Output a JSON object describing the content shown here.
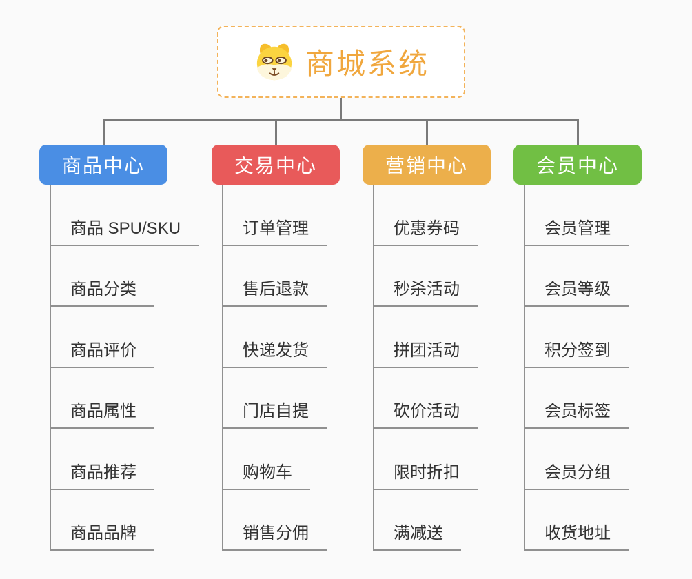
{
  "background": "#FAFAFA",
  "lines": {
    "connector": "#7A7A7A",
    "child_line": "#909090"
  },
  "root": {
    "title": "商城系统",
    "icon": "dog-icon",
    "accent_color": "#F0A73E",
    "border_color": "#F3B35A"
  },
  "branches": [
    {
      "label": "商品中心",
      "color": "#4A8EE4",
      "children": [
        "商品 SPU/SKU",
        "商品分类",
        "商品评价",
        "商品属性",
        "商品推荐",
        "商品品牌"
      ]
    },
    {
      "label": "交易中心",
      "color": "#E85A5A",
      "children": [
        "订单管理",
        "售后退款",
        "快递发货",
        "门店自提",
        "购物车",
        "销售分佣"
      ]
    },
    {
      "label": "营销中心",
      "color": "#ECAF4B",
      "children": [
        "优惠券码",
        "秒杀活动",
        "拼团活动",
        "砍价活动",
        "限时折扣",
        "满减送"
      ]
    },
    {
      "label": "会员中心",
      "color": "#71BF44",
      "children": [
        "会员管理",
        "会员等级",
        "积分签到",
        "会员标签",
        "会员分组",
        "收货地址"
      ]
    }
  ]
}
